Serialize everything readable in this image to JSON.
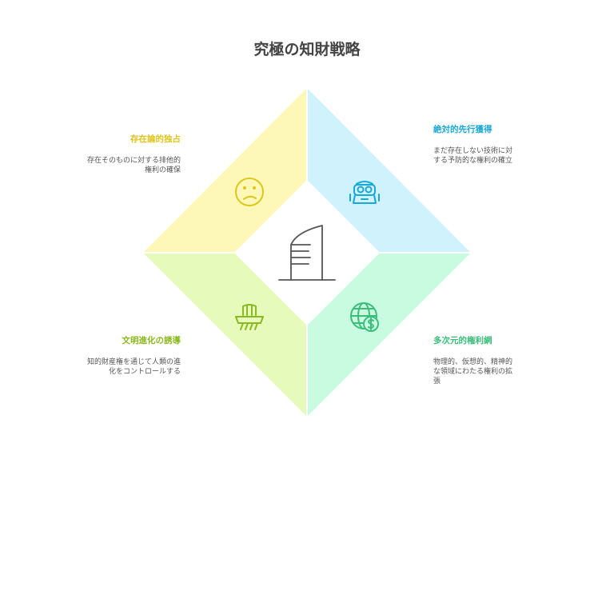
{
  "title": "究極の知財戦略",
  "quadrants": {
    "top_left": {
      "heading": "存在論的独占",
      "body": "存在そのものに対する排他的権利の確保",
      "color": "#e0c419",
      "fill": "#fdf8b8",
      "icon": "sad-face-icon"
    },
    "top_right": {
      "heading": "絶対的先行獲得",
      "body": "まだ存在しない技術に対する予防的な権利の確立",
      "color": "#1aa7d6",
      "fill": "#cff2fc",
      "icon": "robot-icon"
    },
    "bottom_left": {
      "heading": "文明進化の誘導",
      "body": "知的財産権を通じて人類の進化をコントロールする",
      "color": "#8ab81e",
      "fill": "#e6fbbb",
      "icon": "ancient-ship-icon"
    },
    "bottom_right": {
      "heading": "多次元的権利網",
      "body": "物理的、仮想的、精神的な領域にわたる権利の拡張",
      "color": "#3cbd7a",
      "fill": "#c9fbe1",
      "icon": "globe-dollar-icon"
    }
  },
  "center_icon": "skyscraper-icon"
}
